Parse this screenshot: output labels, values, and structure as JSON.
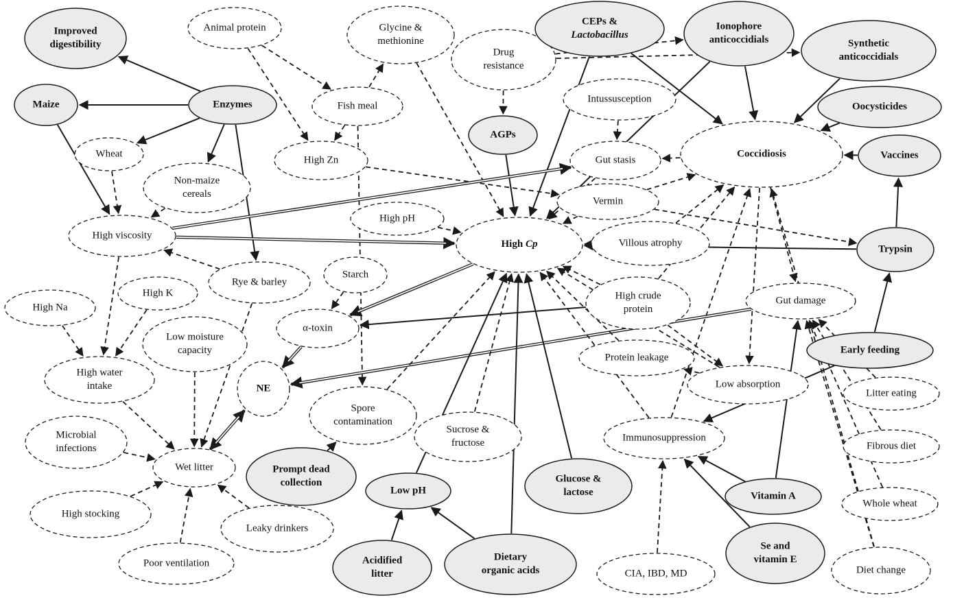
{
  "nodes": [
    {
      "id": "improved_digestibility",
      "lines": [
        "Improved",
        "digestibility"
      ],
      "style": "solid",
      "bold": true
    },
    {
      "id": "animal_protein",
      "lines": [
        "Animal protein"
      ],
      "style": "dashed"
    },
    {
      "id": "glycine",
      "lines": [
        "Glycine &",
        "methionine"
      ],
      "style": "dashed"
    },
    {
      "id": "drug_resistance",
      "lines": [
        "Drug",
        "resistance"
      ],
      "style": "dashed"
    },
    {
      "id": "ceps",
      "lines": [
        "CEPs &",
        "Lactobacillus"
      ],
      "style": "solid",
      "bold": true,
      "italic_line": 1
    },
    {
      "id": "ionophore",
      "lines": [
        "Ionophore",
        "anticoccidials"
      ],
      "style": "solid",
      "bold": true
    },
    {
      "id": "synthetic",
      "lines": [
        "Synthetic",
        "anticoccidials"
      ],
      "style": "solid",
      "bold": true
    },
    {
      "id": "maize",
      "lines": [
        "Maize"
      ],
      "style": "solid",
      "bold": true
    },
    {
      "id": "enzymes",
      "lines": [
        "Enzymes"
      ],
      "style": "solid",
      "bold": true
    },
    {
      "id": "fish_meal",
      "lines": [
        "Fish meal"
      ],
      "style": "dashed"
    },
    {
      "id": "intussusception",
      "lines": [
        "Intussusception"
      ],
      "style": "dashed"
    },
    {
      "id": "oocysticides",
      "lines": [
        "Oocysticides"
      ],
      "style": "solid",
      "bold": true
    },
    {
      "id": "wheat",
      "lines": [
        "Wheat"
      ],
      "style": "dashed"
    },
    {
      "id": "agps",
      "lines": [
        "AGPs"
      ],
      "style": "solid",
      "bold": true
    },
    {
      "id": "high_zn",
      "lines": [
        "High Zn"
      ],
      "style": "dashed"
    },
    {
      "id": "gut_stasis",
      "lines": [
        "Gut stasis"
      ],
      "style": "dashed"
    },
    {
      "id": "coccidiosis",
      "lines": [
        "Coccidiosis"
      ],
      "style": "dashed",
      "bold": true,
      "size": 24
    },
    {
      "id": "vaccines",
      "lines": [
        "Vaccines"
      ],
      "style": "solid",
      "bold": true
    },
    {
      "id": "non_maize",
      "lines": [
        "Non-maize",
        "cereals"
      ],
      "style": "dashed"
    },
    {
      "id": "vermin",
      "lines": [
        "Vermin"
      ],
      "style": "dashed"
    },
    {
      "id": "high_ph",
      "lines": [
        "High pH"
      ],
      "style": "dashed"
    },
    {
      "id": "high_viscosity",
      "lines": [
        "High viscosity"
      ],
      "style": "dashed"
    },
    {
      "id": "high_cp",
      "lines": [
        "High Cp"
      ],
      "style": "dashed",
      "bold": true,
      "size": 24,
      "italic_tail": "Cp"
    },
    {
      "id": "villous_atrophy",
      "lines": [
        "Villous atrophy"
      ],
      "style": "dashed"
    },
    {
      "id": "trypsin",
      "lines": [
        "Trypsin"
      ],
      "style": "solid",
      "bold": true
    },
    {
      "id": "starch",
      "lines": [
        "Starch"
      ],
      "style": "dashed"
    },
    {
      "id": "rye_barley",
      "lines": [
        "Rye & barley"
      ],
      "style": "dashed"
    },
    {
      "id": "high_k",
      "lines": [
        "High K"
      ],
      "style": "dashed"
    },
    {
      "id": "high_na",
      "lines": [
        "High Na"
      ],
      "style": "dashed"
    },
    {
      "id": "high_crude_protein",
      "lines": [
        "High crude",
        "protein"
      ],
      "style": "dashed"
    },
    {
      "id": "gut_damage",
      "lines": [
        "Gut damage"
      ],
      "style": "dashed"
    },
    {
      "id": "alpha_toxin",
      "lines": [
        "α-toxin"
      ],
      "style": "dashed"
    },
    {
      "id": "low_moisture",
      "lines": [
        "Low moisture",
        "capacity"
      ],
      "style": "dashed"
    },
    {
      "id": "early_feeding",
      "lines": [
        "Early feeding"
      ],
      "style": "solid",
      "bold": true
    },
    {
      "id": "high_water",
      "lines": [
        "High water",
        "intake"
      ],
      "style": "dashed"
    },
    {
      "id": "ne",
      "lines": [
        "NE"
      ],
      "style": "dashed",
      "bold": true,
      "size": 24
    },
    {
      "id": "protein_leakage",
      "lines": [
        "Protein leakage"
      ],
      "style": "dashed"
    },
    {
      "id": "low_absorption",
      "lines": [
        "Low absorption"
      ],
      "style": "dashed"
    },
    {
      "id": "litter_eating",
      "lines": [
        "Litter eating"
      ],
      "style": "dashed"
    },
    {
      "id": "spore_contamination",
      "lines": [
        "Spore",
        "contamination"
      ],
      "style": "dashed"
    },
    {
      "id": "microbial_infections",
      "lines": [
        "Microbial",
        "infections"
      ],
      "style": "dashed"
    },
    {
      "id": "sucrose",
      "lines": [
        "Sucrose &",
        "fructose"
      ],
      "style": "dashed"
    },
    {
      "id": "immunosuppression",
      "lines": [
        "Immunosuppression"
      ],
      "style": "dashed"
    },
    {
      "id": "fibrous_diet",
      "lines": [
        "Fibrous diet"
      ],
      "style": "dashed"
    },
    {
      "id": "wet_litter",
      "lines": [
        "Wet litter"
      ],
      "style": "dashed"
    },
    {
      "id": "prompt_dead",
      "lines": [
        "Prompt dead",
        "collection"
      ],
      "style": "solid",
      "bold": true
    },
    {
      "id": "glucose",
      "lines": [
        "Glucose &",
        "lactose"
      ],
      "style": "solid",
      "bold": true
    },
    {
      "id": "low_ph",
      "lines": [
        "Low pH"
      ],
      "style": "solid",
      "bold": true
    },
    {
      "id": "vitamin_a",
      "lines": [
        "Vitamin A"
      ],
      "style": "solid",
      "bold": true
    },
    {
      "id": "whole_wheat",
      "lines": [
        "Whole wheat"
      ],
      "style": "dashed"
    },
    {
      "id": "high_stocking",
      "lines": [
        "High stocking"
      ],
      "style": "dashed"
    },
    {
      "id": "leaky_drinkers",
      "lines": [
        "Leaky drinkers"
      ],
      "style": "dashed"
    },
    {
      "id": "se_vit_e",
      "lines": [
        "Se and",
        "vitamin E"
      ],
      "style": "solid",
      "bold": true
    },
    {
      "id": "poor_ventilation",
      "lines": [
        "Poor ventilation"
      ],
      "style": "dashed"
    },
    {
      "id": "acidified_litter",
      "lines": [
        "Acidified",
        "litter"
      ],
      "style": "solid",
      "bold": true
    },
    {
      "id": "dietary_organic_acids",
      "lines": [
        "Dietary",
        "organic acids"
      ],
      "style": "solid",
      "bold": true
    },
    {
      "id": "cia",
      "lines": [
        "CIA, IBD, MD"
      ],
      "style": "dashed"
    },
    {
      "id": "diet_change",
      "lines": [
        "Diet change"
      ],
      "style": "dashed"
    }
  ],
  "edges": [
    {
      "from": "enzymes",
      "to": "improved_digestibility",
      "style": "solid"
    },
    {
      "from": "enzymes",
      "to": "maize",
      "style": "solid"
    },
    {
      "from": "enzymes",
      "to": "wheat",
      "style": "solid"
    },
    {
      "from": "enzymes",
      "to": "non_maize",
      "style": "solid"
    },
    {
      "from": "enzymes",
      "to": "rye_barley",
      "style": "solid"
    },
    {
      "from": "maize",
      "to": "high_viscosity",
      "style": "solid"
    },
    {
      "from": "wheat",
      "to": "high_viscosity",
      "style": "dashed"
    },
    {
      "from": "non_maize",
      "to": "high_viscosity",
      "style": "dashed"
    },
    {
      "from": "rye_barley",
      "to": "high_viscosity",
      "style": "dashed"
    },
    {
      "from": "animal_protein",
      "to": "fish_meal",
      "style": "dashed"
    },
    {
      "from": "animal_protein",
      "to": "high_zn",
      "style": "dashed"
    },
    {
      "from": "fish_meal",
      "to": "glycine",
      "style": "dashed"
    },
    {
      "from": "fish_meal",
      "to": "high_zn",
      "style": "dashed"
    },
    {
      "from": "fish_meal",
      "to": "spore_contamination",
      "style": "dashed"
    },
    {
      "from": "glycine",
      "to": "high_cp",
      "style": "dashed"
    },
    {
      "from": "drug_resistance",
      "to": "agps",
      "style": "dashed"
    },
    {
      "from": "drug_resistance",
      "to": "ionophore",
      "style": "dashed"
    },
    {
      "from": "drug_resistance",
      "to": "synthetic",
      "style": "dashed"
    },
    {
      "from": "ceps",
      "to": "high_cp",
      "style": "solid"
    },
    {
      "from": "ceps",
      "to": "coccidiosis",
      "style": "solid"
    },
    {
      "from": "ionophore",
      "to": "coccidiosis",
      "style": "solid"
    },
    {
      "from": "ionophore",
      "to": "high_cp",
      "style": "solid"
    },
    {
      "from": "synthetic",
      "to": "coccidiosis",
      "style": "solid"
    },
    {
      "from": "oocysticides",
      "to": "coccidiosis",
      "style": "solid"
    },
    {
      "from": "vaccines",
      "to": "coccidiosis",
      "style": "solid"
    },
    {
      "from": "agps",
      "to": "high_cp",
      "style": "solid"
    },
    {
      "from": "high_zn",
      "to": "vermin",
      "style": "dashed"
    },
    {
      "from": "intussusception",
      "to": "gut_stasis",
      "style": "dashed"
    },
    {
      "from": "coccidiosis",
      "to": "gut_stasis",
      "style": "dashed"
    },
    {
      "from": "gut_stasis",
      "to": "high_cp",
      "style": "dashed"
    },
    {
      "from": "high_viscosity",
      "to": "gut_stasis",
      "style": "double"
    },
    {
      "from": "high_viscosity",
      "to": "high_cp",
      "style": "double"
    },
    {
      "from": "high_viscosity",
      "to": "high_water",
      "style": "dashed"
    },
    {
      "from": "vermin",
      "to": "coccidiosis",
      "style": "dashed"
    },
    {
      "from": "vermin",
      "to": "high_cp",
      "style": "dashed"
    },
    {
      "from": "vermin",
      "to": "trypsin",
      "style": "dashed"
    },
    {
      "from": "high_ph",
      "to": "high_cp",
      "style": "dashed"
    },
    {
      "from": "villous_atrophy",
      "to": "coccidiosis",
      "style": "dashed"
    },
    {
      "from": "villous_atrophy",
      "to": "high_cp",
      "style": "dashed"
    },
    {
      "from": "trypsin",
      "to": "vaccines",
      "style": "solid"
    },
    {
      "from": "trypsin",
      "to": "high_cp",
      "style": "solid"
    },
    {
      "from": "starch",
      "to": "alpha_toxin",
      "style": "dashed"
    },
    {
      "from": "high_cp",
      "to": "alpha_toxin",
      "style": "double"
    },
    {
      "from": "alpha_toxin",
      "to": "ne",
      "style": "double"
    },
    {
      "from": "high_crude_protein",
      "to": "alpha_toxin",
      "style": "solid"
    },
    {
      "from": "high_crude_protein",
      "to": "high_cp",
      "style": "dashed"
    },
    {
      "from": "gut_damage",
      "to": "ne",
      "style": "double"
    },
    {
      "from": "coccidiosis",
      "to": "gut_damage",
      "style": "dashed"
    },
    {
      "from": "high_k",
      "to": "high_water",
      "style": "dashed"
    },
    {
      "from": "high_na",
      "to": "high_water",
      "style": "dashed"
    },
    {
      "from": "high_water",
      "to": "wet_litter",
      "style": "dashed"
    },
    {
      "from": "low_moisture",
      "to": "wet_litter",
      "style": "dashed"
    },
    {
      "from": "rye_barley",
      "to": "wet_litter",
      "style": "dashed"
    },
    {
      "from": "microbial_infections",
      "to": "wet_litter",
      "style": "dashed"
    },
    {
      "from": "high_stocking",
      "to": "wet_litter",
      "style": "dashed"
    },
    {
      "from": "leaky_drinkers",
      "to": "wet_litter",
      "style": "dashed"
    },
    {
      "from": "poor_ventilation",
      "to": "wet_litter",
      "style": "dashed"
    },
    {
      "from": "wet_litter",
      "to": "ne",
      "style": "double-bi"
    },
    {
      "from": "prompt_dead",
      "to": "spore_contamination",
      "style": "solid"
    },
    {
      "from": "spore_contamination",
      "to": "high_cp",
      "style": "dashed"
    },
    {
      "from": "sucrose",
      "to": "high_cp",
      "style": "dashed"
    },
    {
      "from": "low_ph",
      "to": "high_cp",
      "style": "solid"
    },
    {
      "from": "acidified_litter",
      "to": "low_ph",
      "style": "solid"
    },
    {
      "from": "dietary_organic_acids",
      "to": "low_ph",
      "style": "solid"
    },
    {
      "from": "dietary_organic_acids",
      "to": "high_cp",
      "style": "solid"
    },
    {
      "from": "glucose",
      "to": "high_cp",
      "style": "solid"
    },
    {
      "from": "protein_leakage",
      "to": "high_cp",
      "style": "dashed"
    },
    {
      "from": "immunosuppression",
      "to": "high_cp",
      "style": "dashed"
    },
    {
      "from": "immunosuppression",
      "to": "coccidiosis",
      "style": "dashed"
    },
    {
      "from": "low_absorption",
      "to": "protein_leakage",
      "style": "dashed"
    },
    {
      "from": "low_absorption",
      "to": "high_cp",
      "style": "dashed"
    },
    {
      "from": "coccidiosis",
      "to": "low_absorption",
      "style": "dashed"
    },
    {
      "from": "early_feeding",
      "to": "immunosuppression",
      "style": "solid"
    },
    {
      "from": "early_feeding",
      "to": "trypsin",
      "style": "solid"
    },
    {
      "from": "vitamin_a",
      "to": "gut_damage",
      "style": "solid"
    },
    {
      "from": "vitamin_a",
      "to": "immunosuppression",
      "style": "solid"
    },
    {
      "from": "se_vit_e",
      "to": "immunosuppression",
      "style": "solid"
    },
    {
      "from": "cia",
      "to": "immunosuppression",
      "style": "dashed"
    },
    {
      "from": "litter_eating",
      "to": "gut_damage",
      "style": "dashed"
    },
    {
      "from": "fibrous_diet",
      "to": "gut_damage",
      "style": "dashed"
    },
    {
      "from": "whole_wheat",
      "to": "gut_damage",
      "style": "dashed"
    },
    {
      "from": "diet_change",
      "to": "gut_damage",
      "style": "dashed"
    },
    {
      "from": "diet_change",
      "to": "coccidiosis",
      "style": "dashed"
    },
    {
      "from": "high_crude_protein",
      "to": "low_absorption",
      "style": "dashed"
    },
    {
      "from": "high_crude_protein",
      "to": "coccidiosis",
      "style": "dashed"
    }
  ]
}
